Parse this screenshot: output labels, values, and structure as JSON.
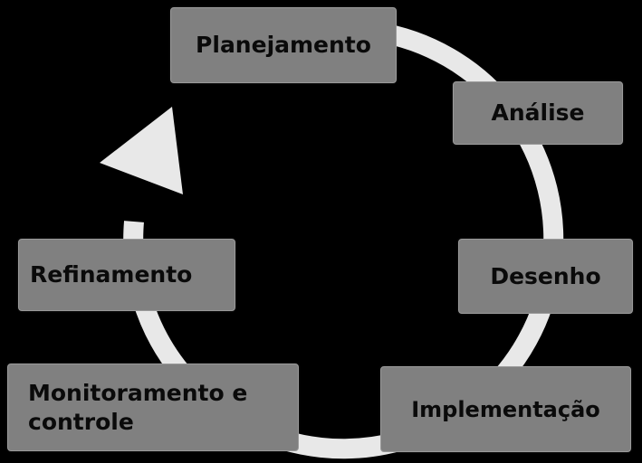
{
  "diagram": {
    "type": "cycle",
    "colors": {
      "background": "#000000",
      "box_fill": "#808080",
      "box_text": "#0a0a0a",
      "ring": "#e8e8e8"
    },
    "stages": [
      {
        "id": "planejamento",
        "label": "Planejamento"
      },
      {
        "id": "analise",
        "label": "Análise"
      },
      {
        "id": "desenho",
        "label": "Desenho"
      },
      {
        "id": "implementacao",
        "label": "Implementação"
      },
      {
        "id": "monitoramento",
        "label": "Monitoramento e controle"
      },
      {
        "id": "refinamento",
        "label": "Refinamento"
      }
    ],
    "arrow_icon": "curved-arrow-icon"
  }
}
